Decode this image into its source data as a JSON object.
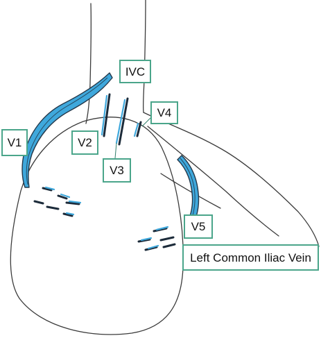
{
  "labels": {
    "ivc": "IVC",
    "v1": "V1",
    "v2": "V2",
    "v3": "V3",
    "v4": "V4",
    "v5": "V5",
    "left_common_iliac_vein": "Left Common Iliac Vein"
  },
  "colors": {
    "vessel_fill": "#3fa8dc",
    "label_border": "#4aa58a",
    "sketch_line": "#3a3a3a"
  }
}
